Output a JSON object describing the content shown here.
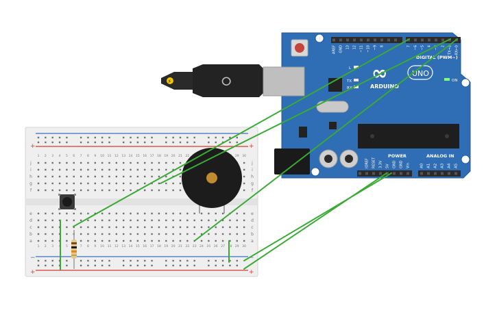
{
  "colors": {
    "board": "#2f6db4",
    "board_dark": "#255a96",
    "header": "#2b2b2b",
    "wire": "#3aaa35",
    "breadboard": "#efefef",
    "rail_red": "#d83a2f",
    "rail_blue": "#3b6fc4",
    "buzzer": "#1c1c1c",
    "buzzer_center": "#c08a2e",
    "reset_button": "#c5443b"
  },
  "arduino": {
    "brand": "ARDUINO",
    "model": "UNO",
    "logo_symbol": "∞",
    "digital_label": "DIGITAL (PWM~)",
    "power_label": "POWER",
    "analog_label": "ANALOG IN",
    "on_label": "ON",
    "tx_label": "TX",
    "rx_label": "RX",
    "l_label": "L",
    "top_pins": [
      "AREF",
      "GND",
      "13",
      "12",
      "~11",
      "~10",
      "~9",
      "8",
      "7",
      "~6",
      "~5",
      "4",
      "~3",
      "2",
      "TX→1",
      "RX←0"
    ],
    "power_pins": [
      "IOREF",
      "RESET",
      "3.3V",
      "5V",
      "GND",
      "GND",
      "Vin"
    ],
    "analog_pins": [
      "A0",
      "A1",
      "A2",
      "A3",
      "A4",
      "A5"
    ]
  },
  "breadboard": {
    "row_letters_top": [
      "j",
      "i",
      "h",
      "g",
      "f"
    ],
    "row_letters_bottom": [
      "e",
      "d",
      "c",
      "b",
      "a"
    ],
    "column_numbers": [
      "1",
      "2",
      "3",
      "4",
      "5",
      "6",
      "7",
      "8",
      "9",
      "10",
      "11",
      "12",
      "13",
      "14",
      "15",
      "16",
      "17",
      "18",
      "19",
      "20",
      "21",
      "22",
      "23",
      "24",
      "25",
      "26",
      "27",
      "28",
      "29",
      "30"
    ],
    "plus": "+",
    "minus": "−"
  },
  "icons": {
    "usb_symbol": "usb-icon",
    "usb_plug_bolt": "lightning-icon"
  }
}
